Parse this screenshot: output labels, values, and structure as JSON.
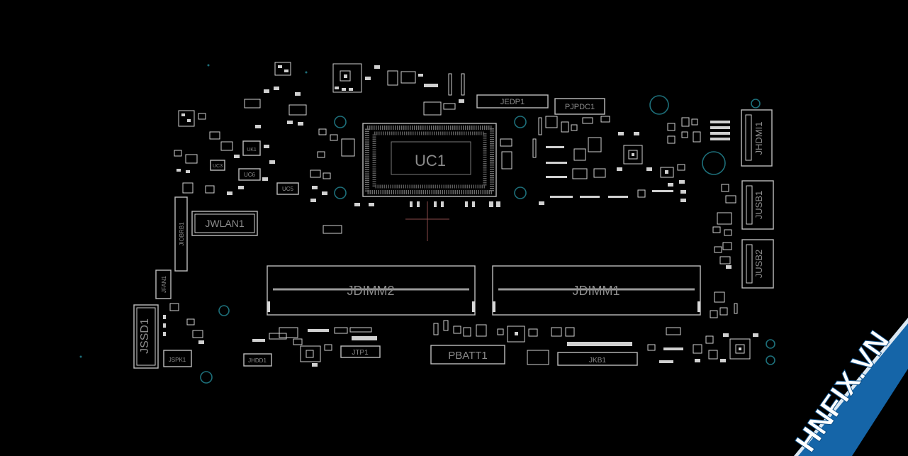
{
  "components": {
    "uc1": "UC1",
    "jedp1": "JEDP1",
    "pjpdc1": "PJPDC1",
    "jhdmi1": "JHDMI1",
    "jusb1": "JUSB1",
    "jusb2": "JUSB2",
    "jwlan1": "JWLAN1",
    "jioboard1": "JIOBRB1",
    "jfan1": "JFAN1",
    "jssd1": "JSSD1",
    "jspk1": "JSPK1",
    "jhdd1": "JHDD1",
    "jtp1": "JTP1",
    "pbatt1": "PBATT1",
    "jkb1": "JKB1",
    "jdimm2": "JDIMM2",
    "jdimm1": "JDIMM1",
    "uk1": "UK1",
    "uc6": "UC6",
    "uc5": "UC5",
    "uc3": "UC3"
  },
  "watermark": {
    "text": "HNFIX.VN"
  },
  "colors": {
    "background": "#000000",
    "silkscreen": "#bdbdbd",
    "label": "#8c8c8c",
    "via": "#1d6f7a",
    "crosshair": "#8a4a4a",
    "watermark_band": "#1565a8"
  }
}
